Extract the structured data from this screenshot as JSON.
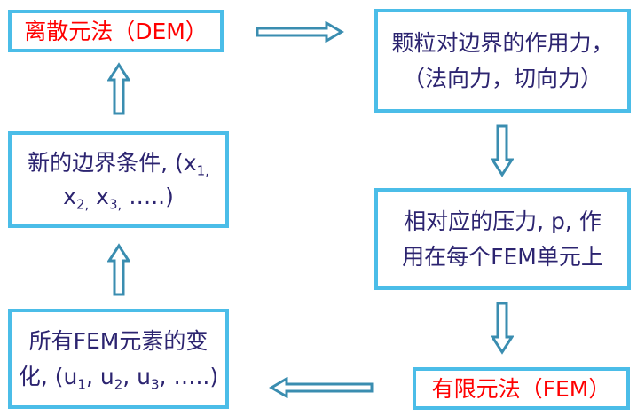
{
  "diagram": {
    "title": "DEM-FEM coupling loop",
    "colors": {
      "box_border": "#4bbde8",
      "arrow_stroke": "#3a8db0",
      "method_text": "#ff0000",
      "body_text": "#2c2470"
    },
    "nodes": [
      {
        "id": "dem",
        "lines": [
          "离散元法（DEM）"
        ]
      },
      {
        "id": "boundary_force",
        "lines": [
          "颗粒对边界的作用力，",
          "（法向力，切向力）"
        ]
      },
      {
        "id": "pressure",
        "lines": [
          "相对应的压力, p, 作",
          "用在每个FEM单元上"
        ]
      },
      {
        "id": "fem",
        "lines": [
          "有限元法（FEM）"
        ]
      },
      {
        "id": "displacement",
        "line1": "所有FEM元素的变",
        "line2_prefix": "化, (u",
        "sub1": "1",
        "sep1": ", u",
        "sub2": "2",
        "sep2": ", u",
        "sub3": "3",
        "suffix": ", …..)"
      },
      {
        "id": "boundary_conditions",
        "line1_prefix": "新的边界条件, (x",
        "sub1": "1,",
        "line2_prefix": "x",
        "sub2": "2,",
        "mid": " x",
        "sub3": "3,",
        "suffix": " …..)"
      }
    ],
    "edges": [
      {
        "from": "dem",
        "to": "boundary_force",
        "direction": "right"
      },
      {
        "from": "boundary_force",
        "to": "pressure",
        "direction": "down"
      },
      {
        "from": "pressure",
        "to": "fem",
        "direction": "down"
      },
      {
        "from": "fem",
        "to": "displacement",
        "direction": "left"
      },
      {
        "from": "displacement",
        "to": "boundary_conditions",
        "direction": "up"
      },
      {
        "from": "boundary_conditions",
        "to": "dem",
        "direction": "up"
      }
    ]
  }
}
